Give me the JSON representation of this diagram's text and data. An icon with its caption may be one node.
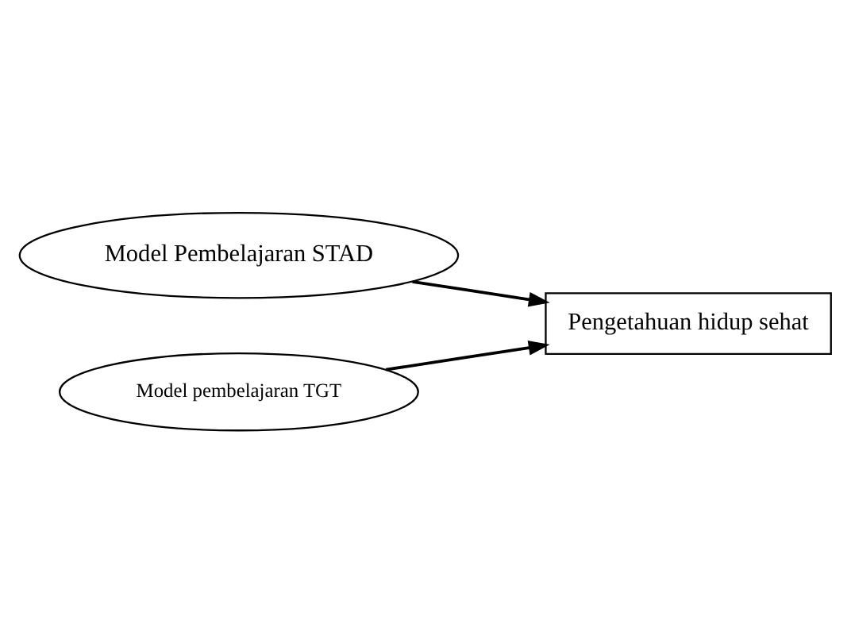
{
  "diagram": {
    "nodes": [
      {
        "text": [
          "Model Pembelajaran STAD"
        ]
      },
      {
        "text": [
          "Model pembelajaran TGT"
        ]
      },
      {
        "text": [
          "Pengetahuan hidup sehat"
        ]
      }
    ],
    "edges": [
      {
        "from": 0,
        "to": 2,
        "arrow": "to"
      },
      {
        "from": 1,
        "to": 2,
        "arrow": "to"
      }
    ]
  }
}
